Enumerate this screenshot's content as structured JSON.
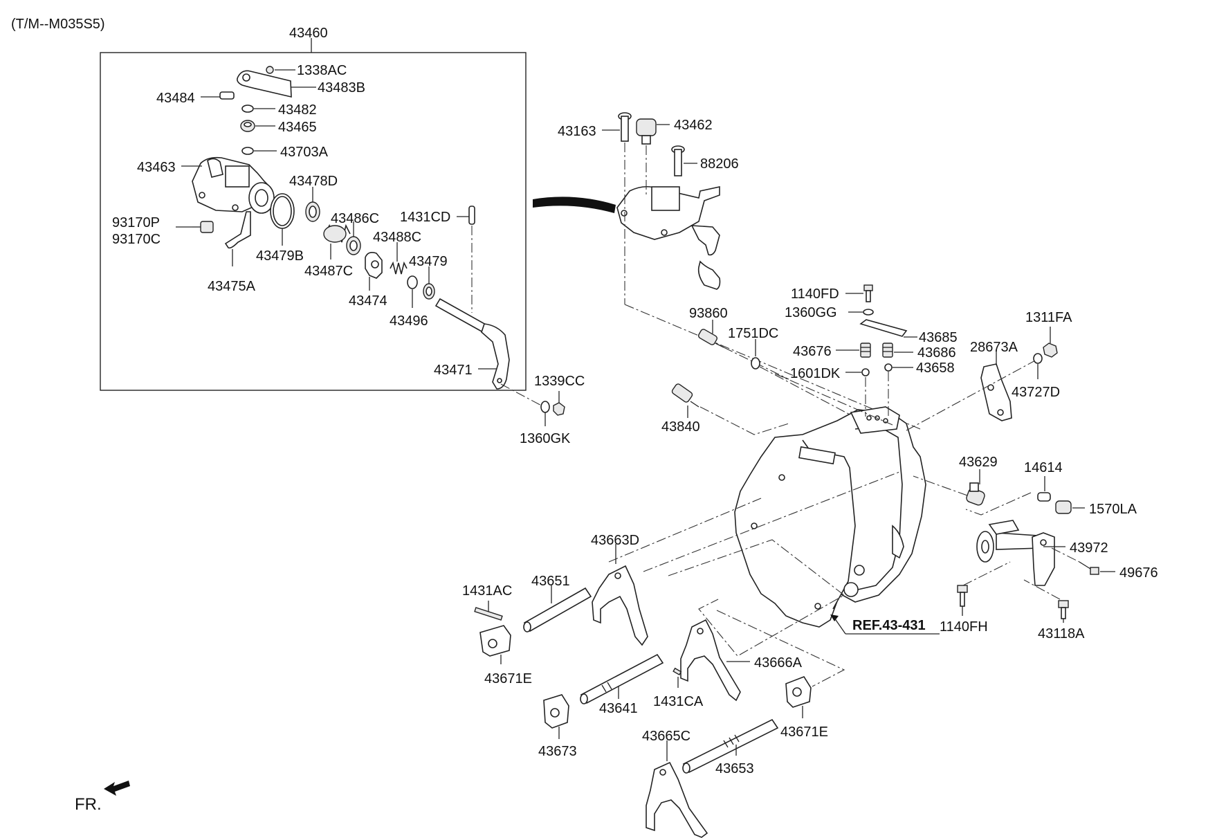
{
  "model_code": "(T/M--M035S5)",
  "assembly": {
    "number": "43460"
  },
  "reference": "REF.43-431",
  "front_marker": "FR.",
  "parts": {
    "p1338AC": "1338AC",
    "p43483B": "43483B",
    "p43484": "43484",
    "p43482": "43482",
    "p43465": "43465",
    "p43703A": "43703A",
    "p43463": "43463",
    "p43478D": "43478D",
    "p43486C": "43486C",
    "p1431CD": "1431CD",
    "p93170P": "93170P",
    "p93170C": "93170C",
    "p43479B": "43479B",
    "p43488C": "43488C",
    "p43487C": "43487C",
    "p43479": "43479",
    "p43475A": "43475A",
    "p43474": "43474",
    "p43496": "43496",
    "p43471": "43471",
    "p1339CC": "1339CC",
    "p1360GK": "1360GK",
    "p43163": "43163",
    "p43462": "43462",
    "p88206": "88206",
    "p1140FD": "1140FD",
    "p1360GG": "1360GG",
    "p93860": "93860",
    "p1311FA": "1311FA",
    "p1751DC": "1751DC",
    "p43685": "43685",
    "p43676": "43676",
    "p43686": "43686",
    "p28673A": "28673A",
    "p1601DK": "1601DK",
    "p43658": "43658",
    "p43727D": "43727D",
    "p43840": "43840",
    "p43629": "43629",
    "p14614": "14614",
    "p1570LA": "1570LA",
    "p43663D": "43663D",
    "p43972": "43972",
    "p49676": "49676",
    "p1431AC": "1431AC",
    "p43651": "43651",
    "p1140FH": "1140FH",
    "p43118A": "43118A",
    "p43666A": "43666A",
    "p43671E_a": "43671E",
    "p1431CA": "1431CA",
    "p43641": "43641",
    "p43665C": "43665C",
    "p43671E_b": "43671E",
    "p43673": "43673",
    "p43653": "43653"
  }
}
